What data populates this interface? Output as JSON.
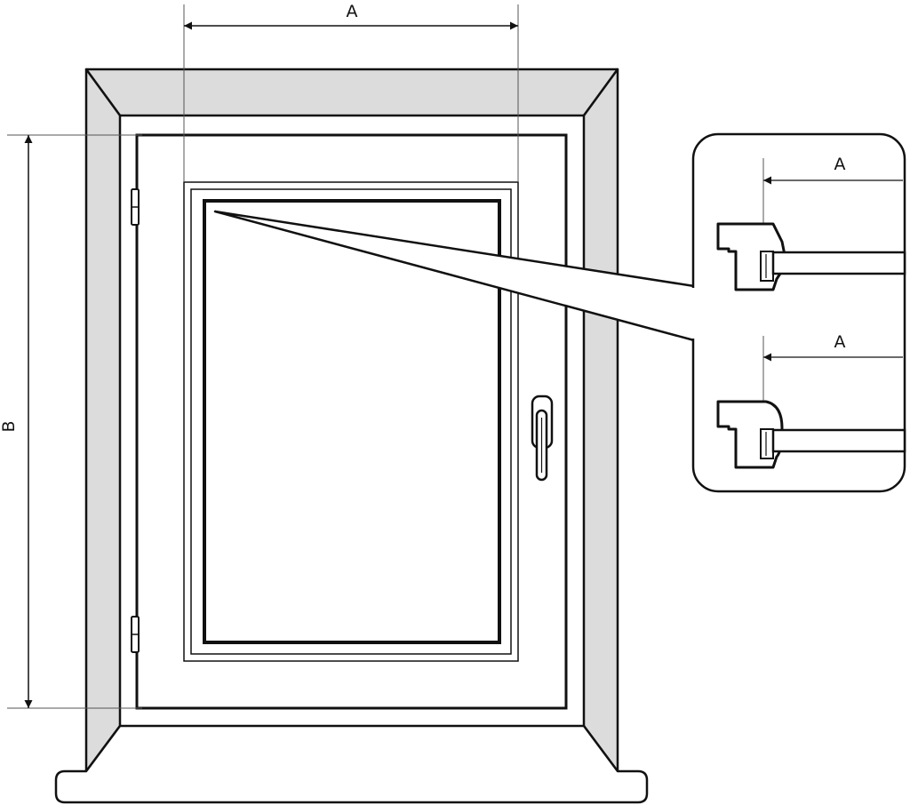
{
  "labels": {
    "main_width": "A",
    "main_height": "B",
    "detail_top": "A",
    "detail_bottom": "A"
  },
  "colors": {
    "line": "#111111",
    "frame_fill": "#dcdcdc",
    "background": "#ffffff"
  }
}
